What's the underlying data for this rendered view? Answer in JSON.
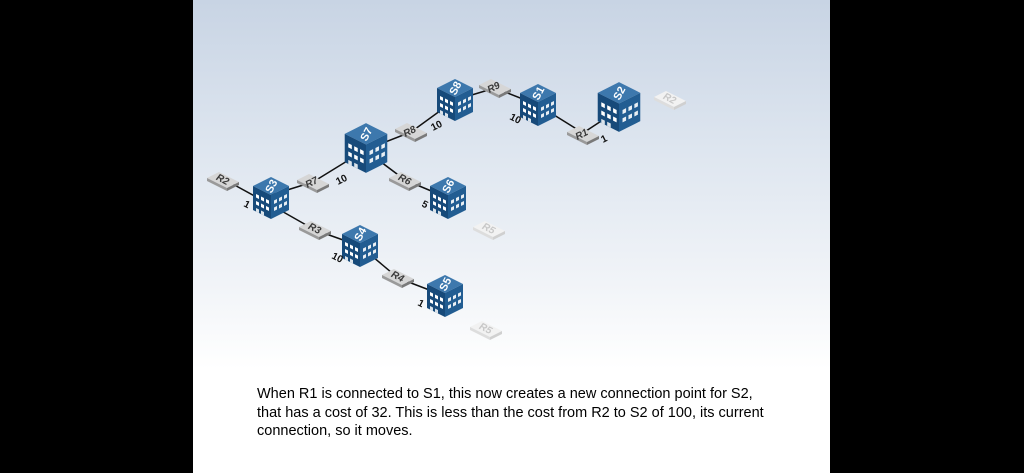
{
  "diagram": {
    "sites": [
      {
        "id": "s8",
        "label": "S8"
      },
      {
        "id": "s1",
        "label": "S1"
      },
      {
        "id": "s2",
        "label": "S2"
      },
      {
        "id": "s7",
        "label": "S7"
      },
      {
        "id": "s3",
        "label": "S3"
      },
      {
        "id": "s6",
        "label": "S6"
      },
      {
        "id": "s4",
        "label": "S4"
      },
      {
        "id": "s5",
        "label": "S5"
      }
    ],
    "routers": [
      {
        "id": "r9",
        "label": "R9",
        "ghost": false
      },
      {
        "id": "r8",
        "label": "R8",
        "ghost": false
      },
      {
        "id": "r1",
        "label": "R1",
        "ghost": false
      },
      {
        "id": "r2-ghost",
        "label": "R2",
        "ghost": true
      },
      {
        "id": "r2",
        "label": "R2",
        "ghost": false
      },
      {
        "id": "r7",
        "label": "R7",
        "ghost": false
      },
      {
        "id": "r6",
        "label": "R6",
        "ghost": false
      },
      {
        "id": "r3",
        "label": "R3",
        "ghost": false
      },
      {
        "id": "r5-ghost-a",
        "label": "R5",
        "ghost": true
      },
      {
        "id": "r4",
        "label": "R4",
        "ghost": false
      },
      {
        "id": "r5-ghost-b",
        "label": "R5",
        "ghost": true
      }
    ],
    "costs": [
      {
        "id": "cost-r8-s8",
        "value": "10"
      },
      {
        "id": "cost-r9-s1",
        "value": "10"
      },
      {
        "id": "cost-r1-s2",
        "value": "1"
      },
      {
        "id": "cost-r7-s7",
        "value": "10"
      },
      {
        "id": "cost-r2-s3",
        "value": "1"
      },
      {
        "id": "cost-r6-s6",
        "value": "5"
      },
      {
        "id": "cost-r3-s4",
        "value": "10"
      },
      {
        "id": "cost-r4-s5",
        "value": "1"
      }
    ]
  },
  "caption": {
    "text": "When R1 is connected to S1, this now creates a new connection point for S2, that has a cost of 32. This is less than the cost from R2 to S2 of 100, its current connection, so it moves."
  },
  "colors": {
    "site_top": "#3d78ad",
    "site_left": "#174a7a",
    "site_right": "#225d92",
    "router_top": "#d6d6d6",
    "router_side": "#8c8c8c",
    "link": "#111111"
  }
}
